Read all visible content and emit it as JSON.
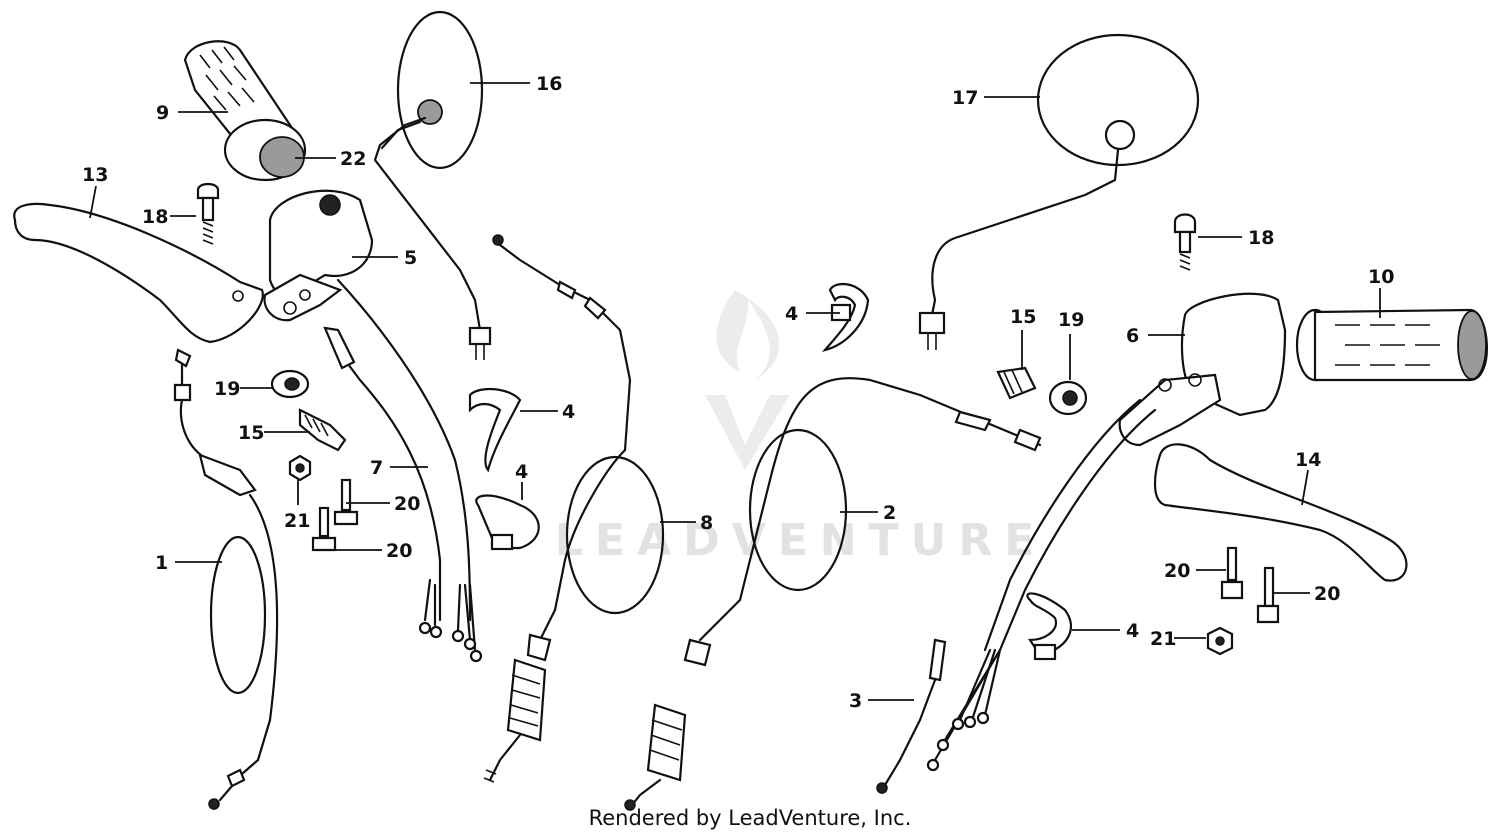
{
  "footer": {
    "text": "Rendered by LeadVenture, Inc."
  },
  "watermark": {
    "text": "LEADVENTURE"
  },
  "callouts": {
    "c1": "1",
    "c2": "2",
    "c3": "3",
    "c4a": "4",
    "c4b": "4",
    "c4c": "4",
    "c4d": "4",
    "c5": "5",
    "c6": "6",
    "c7": "7",
    "c8": "8",
    "c9": "9",
    "c10": "10",
    "c13": "13",
    "c14": "14",
    "c15a": "15",
    "c15b": "15",
    "c16": "16",
    "c17": "17",
    "c18a": "18",
    "c18b": "18",
    "c19a": "19",
    "c19b": "19",
    "c20a": "20",
    "c20b": "20",
    "c20c": "20",
    "c20d": "20",
    "c21a": "21",
    "c21b": "21",
    "c22": "22"
  },
  "colors": {
    "line": "#111111",
    "background": "#ffffff",
    "watermark": "#e2e2e2"
  }
}
